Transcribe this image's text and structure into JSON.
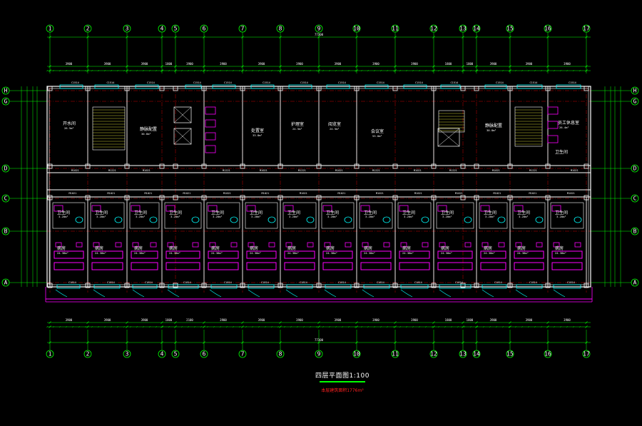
{
  "drawing": {
    "title": "四层平面图1:100",
    "subtitle": "本层建筑面积1776m²",
    "colors": {
      "background": "#000000",
      "dimension": "#00ff00",
      "axis": "#ff0000",
      "wall": "#ffffff",
      "window": "#00ffff",
      "furniture": "#ff00ff",
      "text": "#ffffff",
      "subtitle": "#ff2020"
    }
  },
  "axes": {
    "columns": [
      "1",
      "2",
      "3",
      "4",
      "5",
      "6",
      "7",
      "8",
      "9",
      "10",
      "11",
      "12",
      "13",
      "14",
      "15",
      "16",
      "17"
    ],
    "rows": [
      "A",
      "B",
      "C",
      "D",
      "G",
      "H"
    ]
  },
  "dimensions": {
    "total_length": "77300",
    "top_bays": [
      "3900",
      "3900",
      "3900",
      "1800",
      "3900",
      "3900",
      "3900",
      "3900",
      "3900",
      "3900",
      "3900",
      "1800",
      "1800",
      "3900",
      "3900",
      "3900"
    ],
    "bottom_bays": [
      "3900",
      "3900",
      "3900",
      "1800",
      "2100",
      "3900",
      "3900",
      "3900",
      "3900",
      "3900",
      "3900",
      "1800",
      "1800",
      "3900",
      "3900",
      "3900"
    ]
  },
  "rooms": {
    "north": [
      {
        "name": "开水间",
        "area": "26.5m²"
      },
      {
        "name": "静脉配置",
        "area": "30.8m²"
      },
      {
        "name": "处置室",
        "area": "33.8m²"
      },
      {
        "name": "护理室",
        "area": "24.5m²"
      },
      {
        "name": "阅览室",
        "area": "24.5m²"
      },
      {
        "name": "会议室",
        "area": "53.0m²"
      },
      {
        "name": "静脉配置",
        "area": "30.8m²"
      },
      {
        "name": "员工休息室",
        "area": "26.4m²"
      },
      {
        "name": "卫生间",
        "area": ""
      }
    ],
    "south": {
      "ward_label": "病房",
      "ward_area": "24.38m²",
      "bath_label": "卫生间",
      "bath_area": "3.20m²",
      "count": 14
    }
  },
  "door_tags": [
    "M1021",
    "M1221",
    "M1521",
    "FM1221",
    "C1514",
    "C1814",
    "C2114",
    "M0821"
  ]
}
